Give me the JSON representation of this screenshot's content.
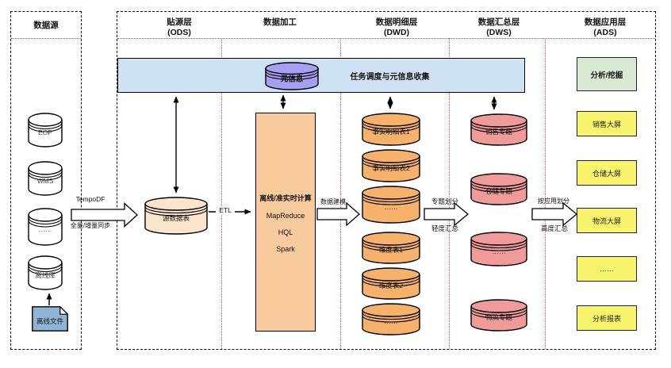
{
  "source_panel": {
    "title": "数据源",
    "cylinders": [
      "EOP",
      "WMS",
      "……",
      "离线库"
    ],
    "file_label": "离线文件"
  },
  "main_panel": {
    "headers": [
      {
        "line1": "贴源层",
        "line2": "(ODS)"
      },
      {
        "line1": "数据加工",
        "line2": ""
      },
      {
        "line1": "数据明细层",
        "line2": "(DWD)"
      },
      {
        "line1": "数据汇总层",
        "line2": "(DWS)"
      },
      {
        "line1": "数据应用层",
        "line2": "(ADS)"
      }
    ]
  },
  "scheduler_bar": {
    "label": "任务调度与元信息收集",
    "cylinder_label": "元信息"
  },
  "sync_arrow": {
    "top_label": "TempoDF",
    "bottom_label": "全量/增量同步"
  },
  "ods": {
    "cylinder_label": "源数据表",
    "etl_label": "ETL"
  },
  "processing": {
    "title": "离线/准实时计算",
    "items": [
      "MapReduce",
      "HQL",
      "Spark"
    ]
  },
  "modeling_arrow": {
    "label": "数据建模"
  },
  "dwd": {
    "cylinders": [
      "事实明细表1",
      "事实明细表2",
      "……",
      "维度表1",
      "维度表2",
      "……"
    ]
  },
  "topic_arrow": {
    "top_label": "专题划分",
    "bottom_label": "轻度汇总"
  },
  "dws": {
    "cylinders": [
      "销售专题",
      "仓储专题",
      "……",
      "物流专题"
    ]
  },
  "app_arrow": {
    "top_label": "按应用划分",
    "bottom_label": "高度汇总"
  },
  "ads": {
    "analysis_box": "分析/挖掘",
    "report_boxes": [
      "销售大屏",
      "仓储大屏",
      "物流大屏",
      "……",
      "分析报表"
    ]
  },
  "colors": {
    "bar_fill": "#cfe2f3",
    "meta_cylinder": "#a79ff0",
    "source_cylinder": "#ffffff",
    "ods_cylinder": "#fce5cd",
    "processing_box": "#f9cb9c",
    "dwd_cylinder": "#f6b26b",
    "dws_cylinder": "#f09a9a",
    "ads_green": "#d9ead3",
    "ads_yellow": "#f8f56c",
    "file_fill": "#8fb4d4",
    "separator_red": "#f0506e"
  }
}
